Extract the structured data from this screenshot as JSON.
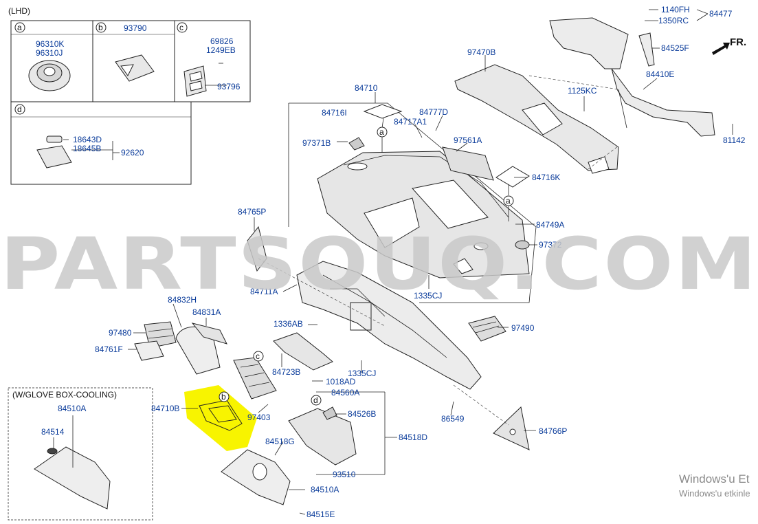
{
  "title": "(LHD)",
  "inset_labels": {
    "a": "a",
    "b": "b",
    "c": "c",
    "d": "d"
  },
  "inset_parts": {
    "a1": "96310K",
    "a2": "96310J",
    "b1": "93790",
    "c1": "69826",
    "c2": "1249EB",
    "c3": "93796",
    "d1": "18643D",
    "d2": "18645B",
    "d3": "92620"
  },
  "glove_cooling": {
    "title": "(W/GLOVE BOX-COOLING)",
    "p1": "84510A",
    "p2": "84514"
  },
  "parts": {
    "p84710": "84710",
    "p84716I": "84716I",
    "p84777D": "84777D",
    "p84717A1": "84717A1",
    "p97371B": "97371B",
    "p97561A": "97561A",
    "p84716K": "84716K",
    "p84749A": "84749A",
    "p97372": "97372",
    "p1335CJ_top": "1335CJ",
    "p84765P": "84765P",
    "p84711A": "84711A",
    "p84832H": "84832H",
    "p84831A": "84831A",
    "p97480": "97480",
    "p84761F": "84761F",
    "p1336AB": "1336AB",
    "p84723B": "84723B",
    "p1018AD": "1018AD",
    "p1335CJ_bot": "1335CJ",
    "p84560A": "84560A",
    "p84526B": "84526B",
    "p84518G": "84518G",
    "p84518D": "84518D",
    "p93510": "93510",
    "p84510A": "84510A",
    "p84515E": "84515E",
    "p84710B": "84710B",
    "p97403": "97403",
    "p86549": "86549",
    "p84766P": "84766P",
    "p97490": "97490",
    "p97470B": "97470B",
    "p1125KC": "1125KC",
    "p84410E": "84410E",
    "p81142": "81142",
    "p84525F": "84525F",
    "p1140FH": "1140FH",
    "p1350RC": "1350RC",
    "p84477": "84477"
  },
  "fr_label": "FR.",
  "callouts": {
    "a": "a",
    "b": "b",
    "c": "c",
    "d": "d"
  },
  "watermark": "PARTSOUQ.COM",
  "windows_notice": {
    "line1": "Windows'u Et",
    "line2": "Windows'u etkinle"
  },
  "highlight_color": "#f8f400"
}
